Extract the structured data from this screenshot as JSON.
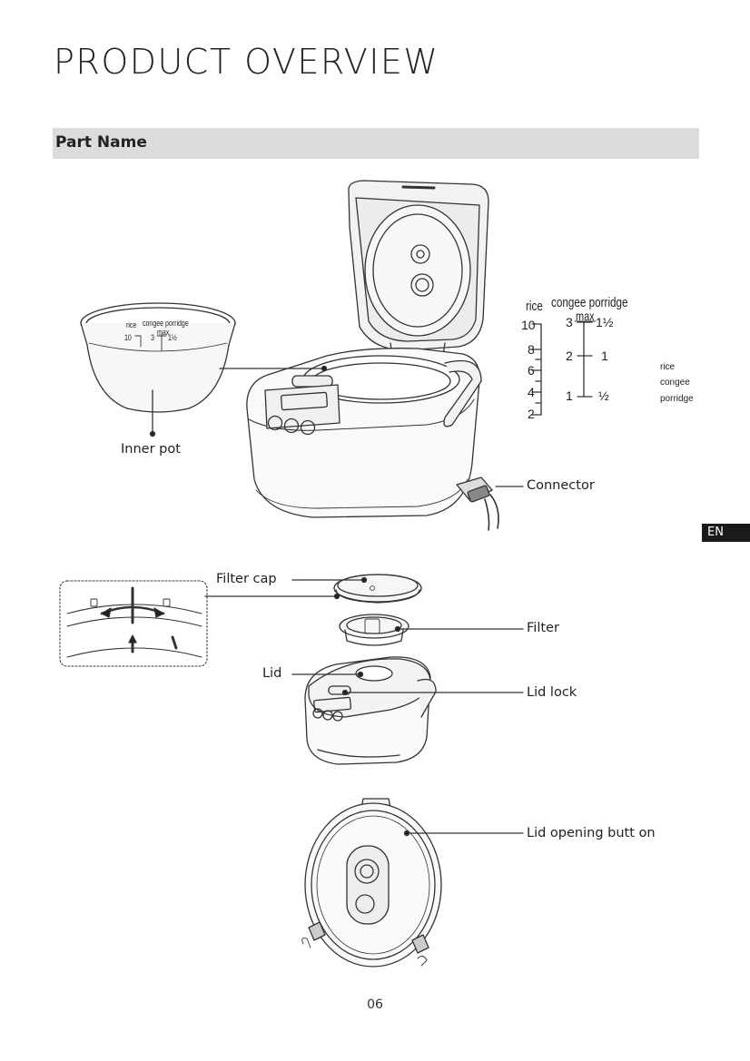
{
  "page": {
    "title": "PRODUCT OVERVIEW",
    "section_title": "Part Name",
    "lang_tab": "EN",
    "page_number": "06"
  },
  "labels": {
    "inner_pot": "Inner pot",
    "connector": "Connector",
    "filter_cap": "Filter cap",
    "filter": "Filter",
    "lid": "Lid",
    "lid_lock": "Lid lock",
    "lid_opening_button": "Lid opening butt on"
  },
  "scale": {
    "col_rice": "rice",
    "col_congee_porridge": "congee porridge",
    "max": "max",
    "rice_values": [
      "10",
      "8",
      "6",
      "4",
      "2"
    ],
    "congee_values": [
      "3",
      "2",
      "1"
    ],
    "porridge_values": [
      "1½",
      "1",
      "½"
    ]
  },
  "pot_markings": {
    "rice": "rice",
    "congee_porridge": "congee porridge",
    "max": "max",
    "ten": "10",
    "three": "3",
    "one_half": "1½"
  },
  "legend": [
    "rice",
    "congee",
    "porridge"
  ]
}
